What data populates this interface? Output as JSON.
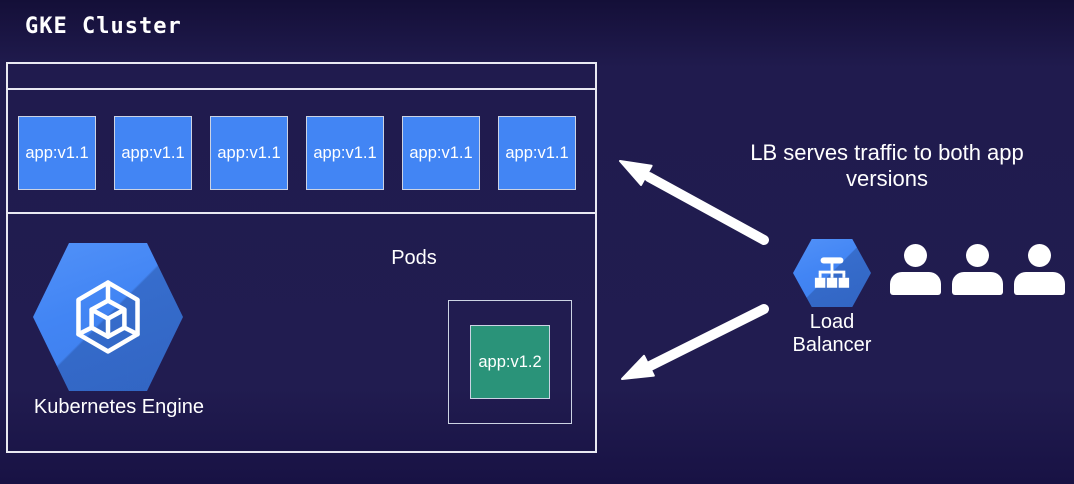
{
  "title": "GKE Cluster",
  "cluster": {
    "pods_label": "Pods",
    "pods": [
      "app:v1.1",
      "app:v1.1",
      "app:v1.1",
      "app:v1.1",
      "app:v1.1",
      "app:v1.1"
    ],
    "new_pod_label": "app:v1.2",
    "engine_label": "Kubernetes Engine"
  },
  "load_balancer": {
    "label_line1": "Load",
    "label_line2": "Balancer"
  },
  "annotation": "LB serves traffic to both app versions",
  "users": {
    "count": 3
  },
  "icons": {
    "gke": "kubernetes-engine-hexagon-icon",
    "load_balancer": "load-balancer-hexagon-icon",
    "user": "user-icon",
    "arrows": "arrow-icon"
  },
  "colors": {
    "background": "#201B4E",
    "pod_blue": "#4285F4",
    "new_pod_green": "#2A9379",
    "hexagon_blue": "#4285F4",
    "line": "#E9E9F2",
    "text": "#FFFFFF",
    "arrow": "#FFFFFF"
  }
}
